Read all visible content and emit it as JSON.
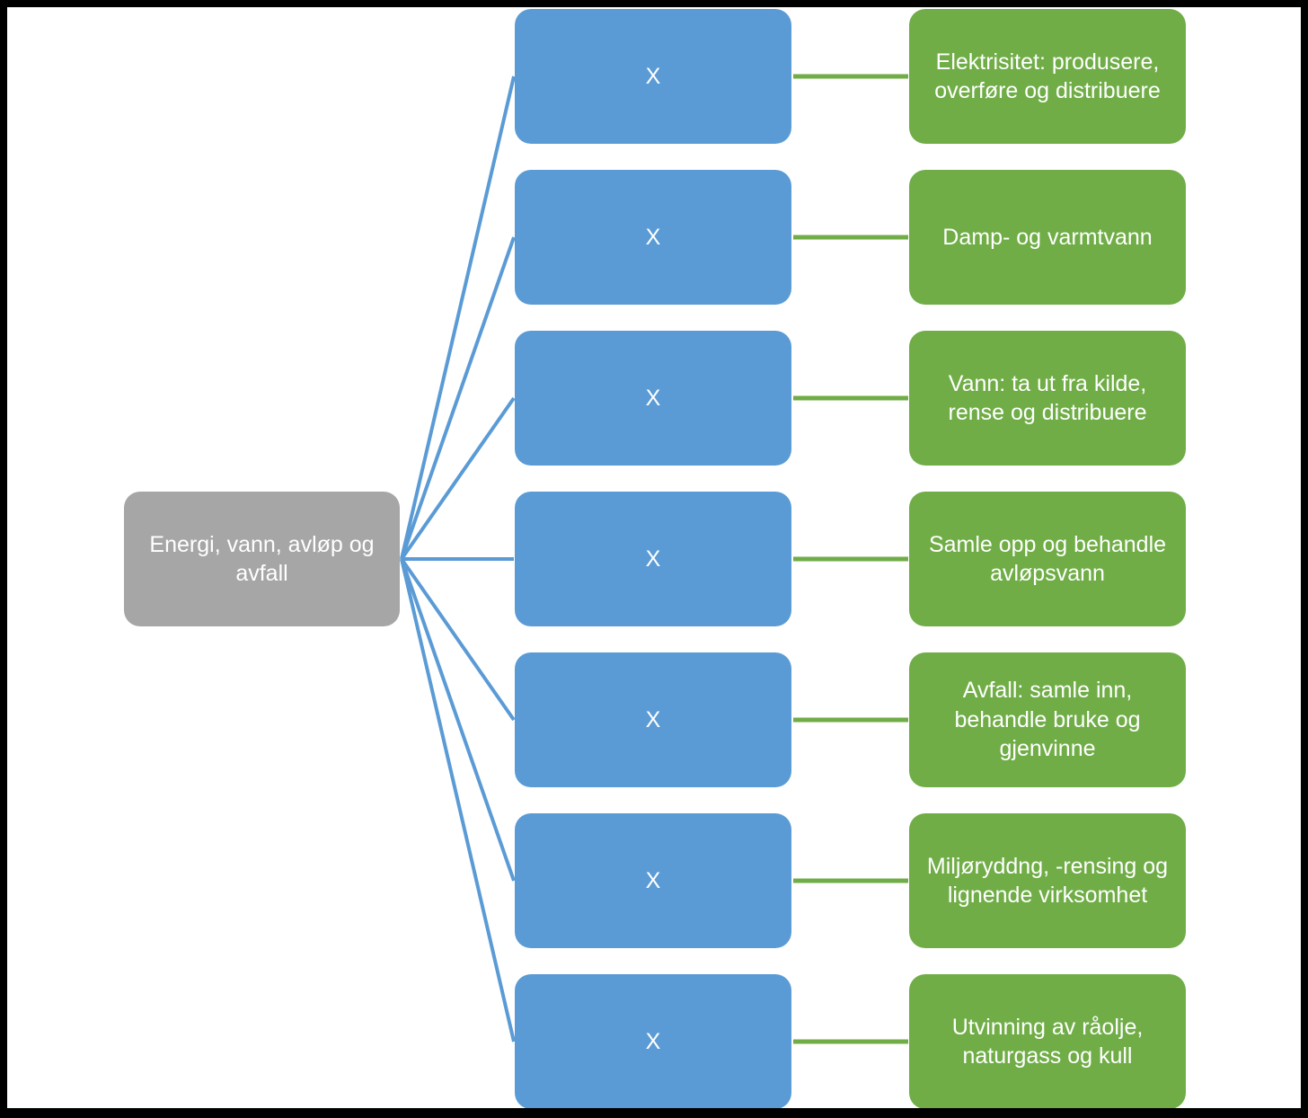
{
  "diagram": {
    "root": {
      "label": "Energi, vann, avløp og avfall"
    },
    "rows": [
      {
        "mid": "X",
        "right": "Elektrisitet: produsere, overføre og distribuere"
      },
      {
        "mid": "X",
        "right": "Damp- og varmtvann"
      },
      {
        "mid": "X",
        "right": "Vann: ta ut fra kilde, rense og distribuere"
      },
      {
        "mid": "X",
        "right": "Samle opp og behandle avløpsvann"
      },
      {
        "mid": "X",
        "right": "Avfall: samle inn, behandle bruke og gjenvinne"
      },
      {
        "mid": "X",
        "right": "Miljøryddng, -rensing og lignende virksomhet"
      },
      {
        "mid": "X",
        "right": "Utvinning av råolje, naturgass og kull"
      }
    ],
    "colors": {
      "root_fill": "#a6a6a6",
      "mid_fill": "#5b9bd5",
      "leaf_fill": "#70ad47",
      "connector_blue": "#5b9bd5",
      "connector_green": "#70ad47",
      "text": "#ffffff",
      "frame": "#000000",
      "background": "#ffffff"
    }
  }
}
